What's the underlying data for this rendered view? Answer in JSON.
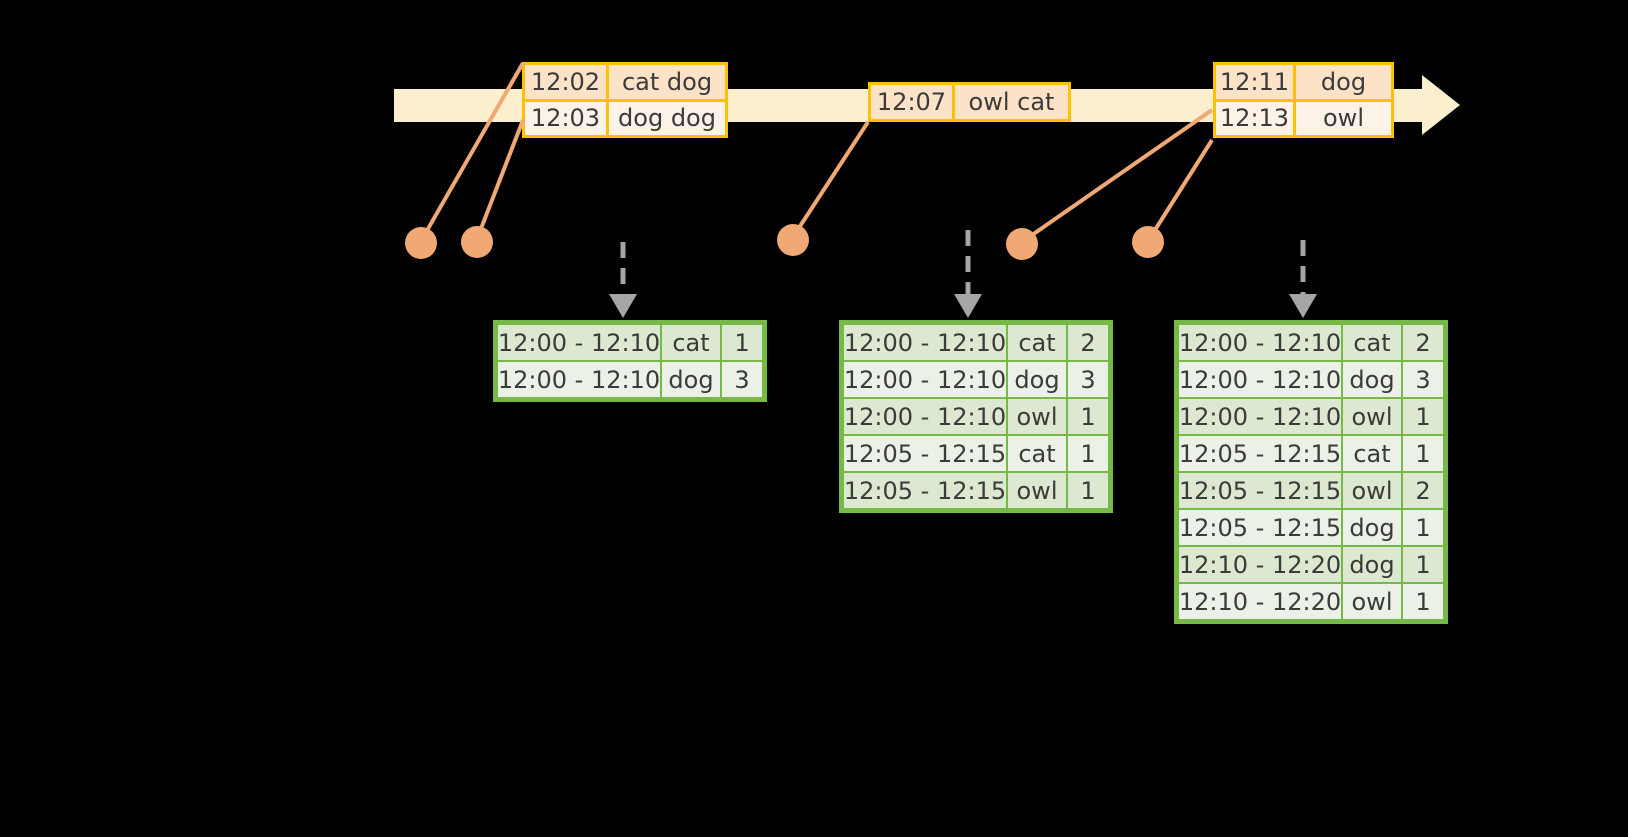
{
  "diagram": {
    "title": "sliding-window word count over an event timeline",
    "colors": {
      "timeline_fill": "#FCEFCD",
      "event_border": "#FFC107",
      "event_fill_dark": "#FCE3C8",
      "event_fill_light": "#FDF2E8",
      "connector": "#F0A875",
      "dot": "#F0A875",
      "table_border": "#76B947",
      "table_fill_dark": "#DCE8D0",
      "table_fill_light": "#EBF1E7",
      "dashed_arrow": "#A6A6A6",
      "background": "#000000"
    }
  },
  "timeline": {
    "events": [
      {
        "group_name": "events-group-1",
        "rows": [
          {
            "time": "12:02",
            "words": "cat dog"
          },
          {
            "time": "12:03",
            "words": "dog dog"
          }
        ]
      },
      {
        "group_name": "events-group-2",
        "rows": [
          {
            "time": "12:07",
            "words": "owl cat"
          }
        ]
      },
      {
        "group_name": "events-group-3",
        "rows": [
          {
            "time": "12:11",
            "words": "dog"
          },
          {
            "time": "12:13",
            "words": "owl"
          }
        ]
      }
    ]
  },
  "results": [
    {
      "table_name": "result-table-1",
      "rows": [
        {
          "window": "12:00 - 12:10",
          "word": "cat",
          "count": "1"
        },
        {
          "window": "12:00 - 12:10",
          "word": "dog",
          "count": "3"
        }
      ]
    },
    {
      "table_name": "result-table-2",
      "rows": [
        {
          "window": "12:00 - 12:10",
          "word": "cat",
          "count": "2"
        },
        {
          "window": "12:00 - 12:10",
          "word": "dog",
          "count": "3"
        },
        {
          "window": "12:00 - 12:10",
          "word": "owl",
          "count": "1"
        },
        {
          "window": "12:05 - 12:15",
          "word": "cat",
          "count": "1"
        },
        {
          "window": "12:05 - 12:15",
          "word": "owl",
          "count": "1"
        }
      ]
    },
    {
      "table_name": "result-table-3",
      "rows": [
        {
          "window": "12:00 - 12:10",
          "word": "cat",
          "count": "2"
        },
        {
          "window": "12:00 - 12:10",
          "word": "dog",
          "count": "3"
        },
        {
          "window": "12:00 - 12:10",
          "word": "owl",
          "count": "1"
        },
        {
          "window": "12:05 - 12:15",
          "word": "cat",
          "count": "1"
        },
        {
          "window": "12:05 - 12:15",
          "word": "owl",
          "count": "2"
        },
        {
          "window": "12:05 - 12:15",
          "word": "dog",
          "count": "1"
        },
        {
          "window": "12:10 - 12:20",
          "word": "dog",
          "count": "1"
        },
        {
          "window": "12:10 - 12:20",
          "word": "owl",
          "count": "1"
        }
      ]
    }
  ]
}
